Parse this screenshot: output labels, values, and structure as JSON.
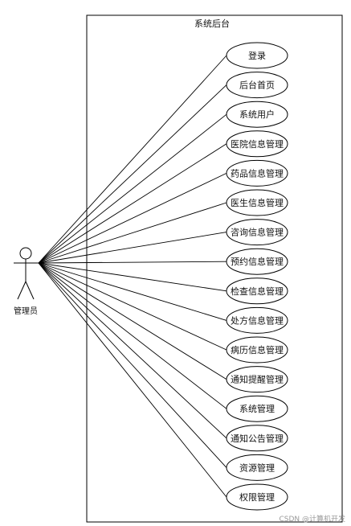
{
  "system": {
    "title": "系统后台"
  },
  "actor": {
    "label": "管理员"
  },
  "use_cases": [
    "登录",
    "后台首页",
    "系统用户",
    "医院信息管理",
    "药品信息管理",
    "医生信息管理",
    "咨询信息管理",
    "预约信息管理",
    "检查信息管理",
    "处方信息管理",
    "病历信息管理",
    "通知提醒管理",
    "系统管理",
    "通知公告管理",
    "资源管理",
    "权限管理"
  ],
  "watermark": "CSDN @计算机开发",
  "colors": {
    "line": "#000000",
    "background": "#ffffff"
  }
}
